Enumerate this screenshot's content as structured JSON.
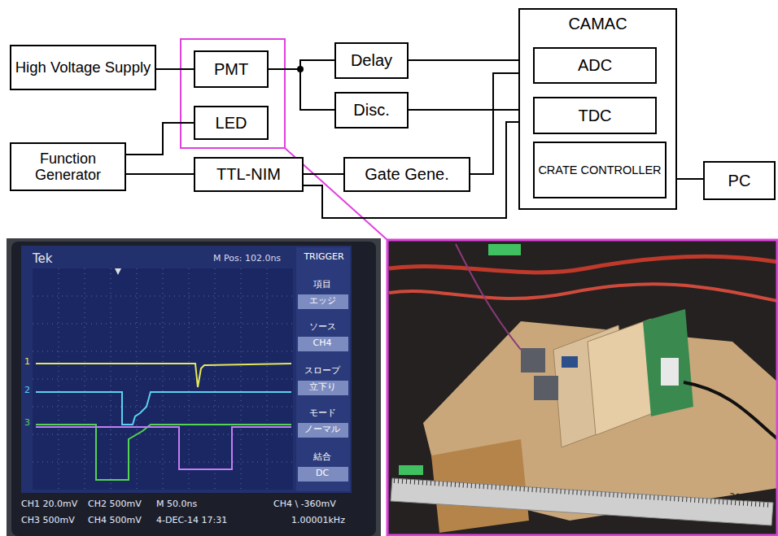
{
  "diagram": {
    "nodes": [
      {
        "text": [
          "High Voltage Supply"
        ]
      },
      {
        "text": [
          "PMT"
        ]
      },
      {
        "text": [
          "LED"
        ]
      },
      {
        "text": [
          "Function Generator"
        ]
      },
      {
        "text": [
          "TTL-NIM"
        ]
      },
      {
        "text": [
          "Delay"
        ]
      },
      {
        "text": [
          "Disc."
        ]
      },
      {
        "text": [
          "Gate Gene."
        ]
      },
      {
        "text": [
          "CAMAC"
        ]
      },
      {
        "text": [
          "ADC"
        ],
        "in": 8
      },
      {
        "text": [
          "TDC"
        ],
        "in": 8
      },
      {
        "text": [
          "CRATE CONTROLLER"
        ],
        "in": 8
      },
      {
        "text": [
          "PC"
        ]
      }
    ],
    "edges": [
      {
        "from": 0,
        "to": 1,
        "arrow": "none"
      },
      {
        "from": 1,
        "to": 5,
        "arrow": "none"
      },
      {
        "from": 1,
        "to": 6,
        "arrow": "none"
      },
      {
        "from": 5,
        "to": 9,
        "arrow": "none"
      },
      {
        "from": 6,
        "to": 10,
        "arrow": "none"
      },
      {
        "from": 3,
        "to": 2,
        "arrow": "none"
      },
      {
        "from": 3,
        "to": 4,
        "arrow": "none"
      },
      {
        "from": 4,
        "to": 7,
        "arrow": "none"
      },
      {
        "from": 7,
        "to": 9,
        "arrow": "none"
      },
      {
        "from": 4,
        "to": 10,
        "arrow": "none"
      },
      {
        "from": 11,
        "to": 12,
        "arrow": "none"
      }
    ],
    "labels": [
      "Tek",
      "M Pos: 102.0ns",
      "TRIGGER",
      "項目",
      "エッジ",
      "ソース",
      "CH4",
      "スロープ",
      "立下り",
      "モード",
      "ノーマル",
      "結合",
      "DC",
      "1",
      "2",
      "3",
      "CH1 20.0mV",
      "CH2 500mV",
      "M 50.0ns",
      "CH4 \\ -360mV",
      "CH3 500mV",
      "CH4 500mV",
      "4-DEC-14 17:31",
      "1.00001kHz",
      "300"
    ]
  }
}
